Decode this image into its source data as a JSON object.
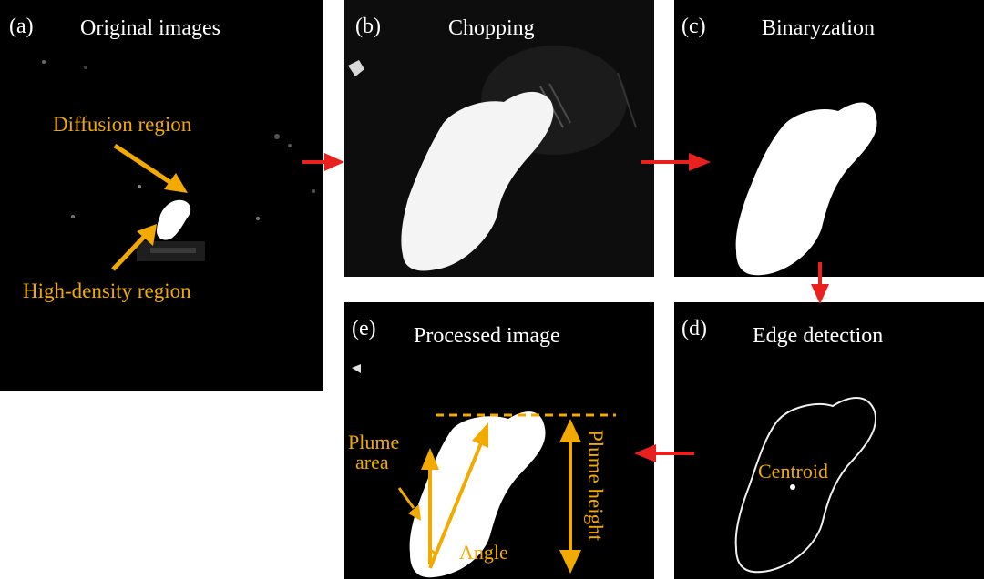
{
  "colors": {
    "background": "#ffffff",
    "panel": "#000000",
    "text": "#ffffff",
    "accent_orange": "#f2a900",
    "flow_arrow_red": "#e8211f"
  },
  "panels": {
    "a": {
      "tag": "(a)",
      "title": "Original images",
      "labels": {
        "diffusion": "Diffusion region",
        "high_density": "High-density region"
      }
    },
    "b": {
      "tag": "(b)",
      "title": "Chopping"
    },
    "c": {
      "tag": "(c)",
      "title": "Binaryzation"
    },
    "d": {
      "tag": "(d)",
      "title": "Edge detection",
      "labels": {
        "centroid": "Centroid"
      }
    },
    "e": {
      "tag": "(e)",
      "title": "Processed image",
      "labels": {
        "plume_area_1": "Plume",
        "plume_area_2": "area",
        "angle": "Angle",
        "plume_height": "Plume height"
      }
    }
  },
  "flow_arrows": [
    "a-to-b",
    "b-to-c",
    "c-to-d",
    "d-to-e"
  ]
}
